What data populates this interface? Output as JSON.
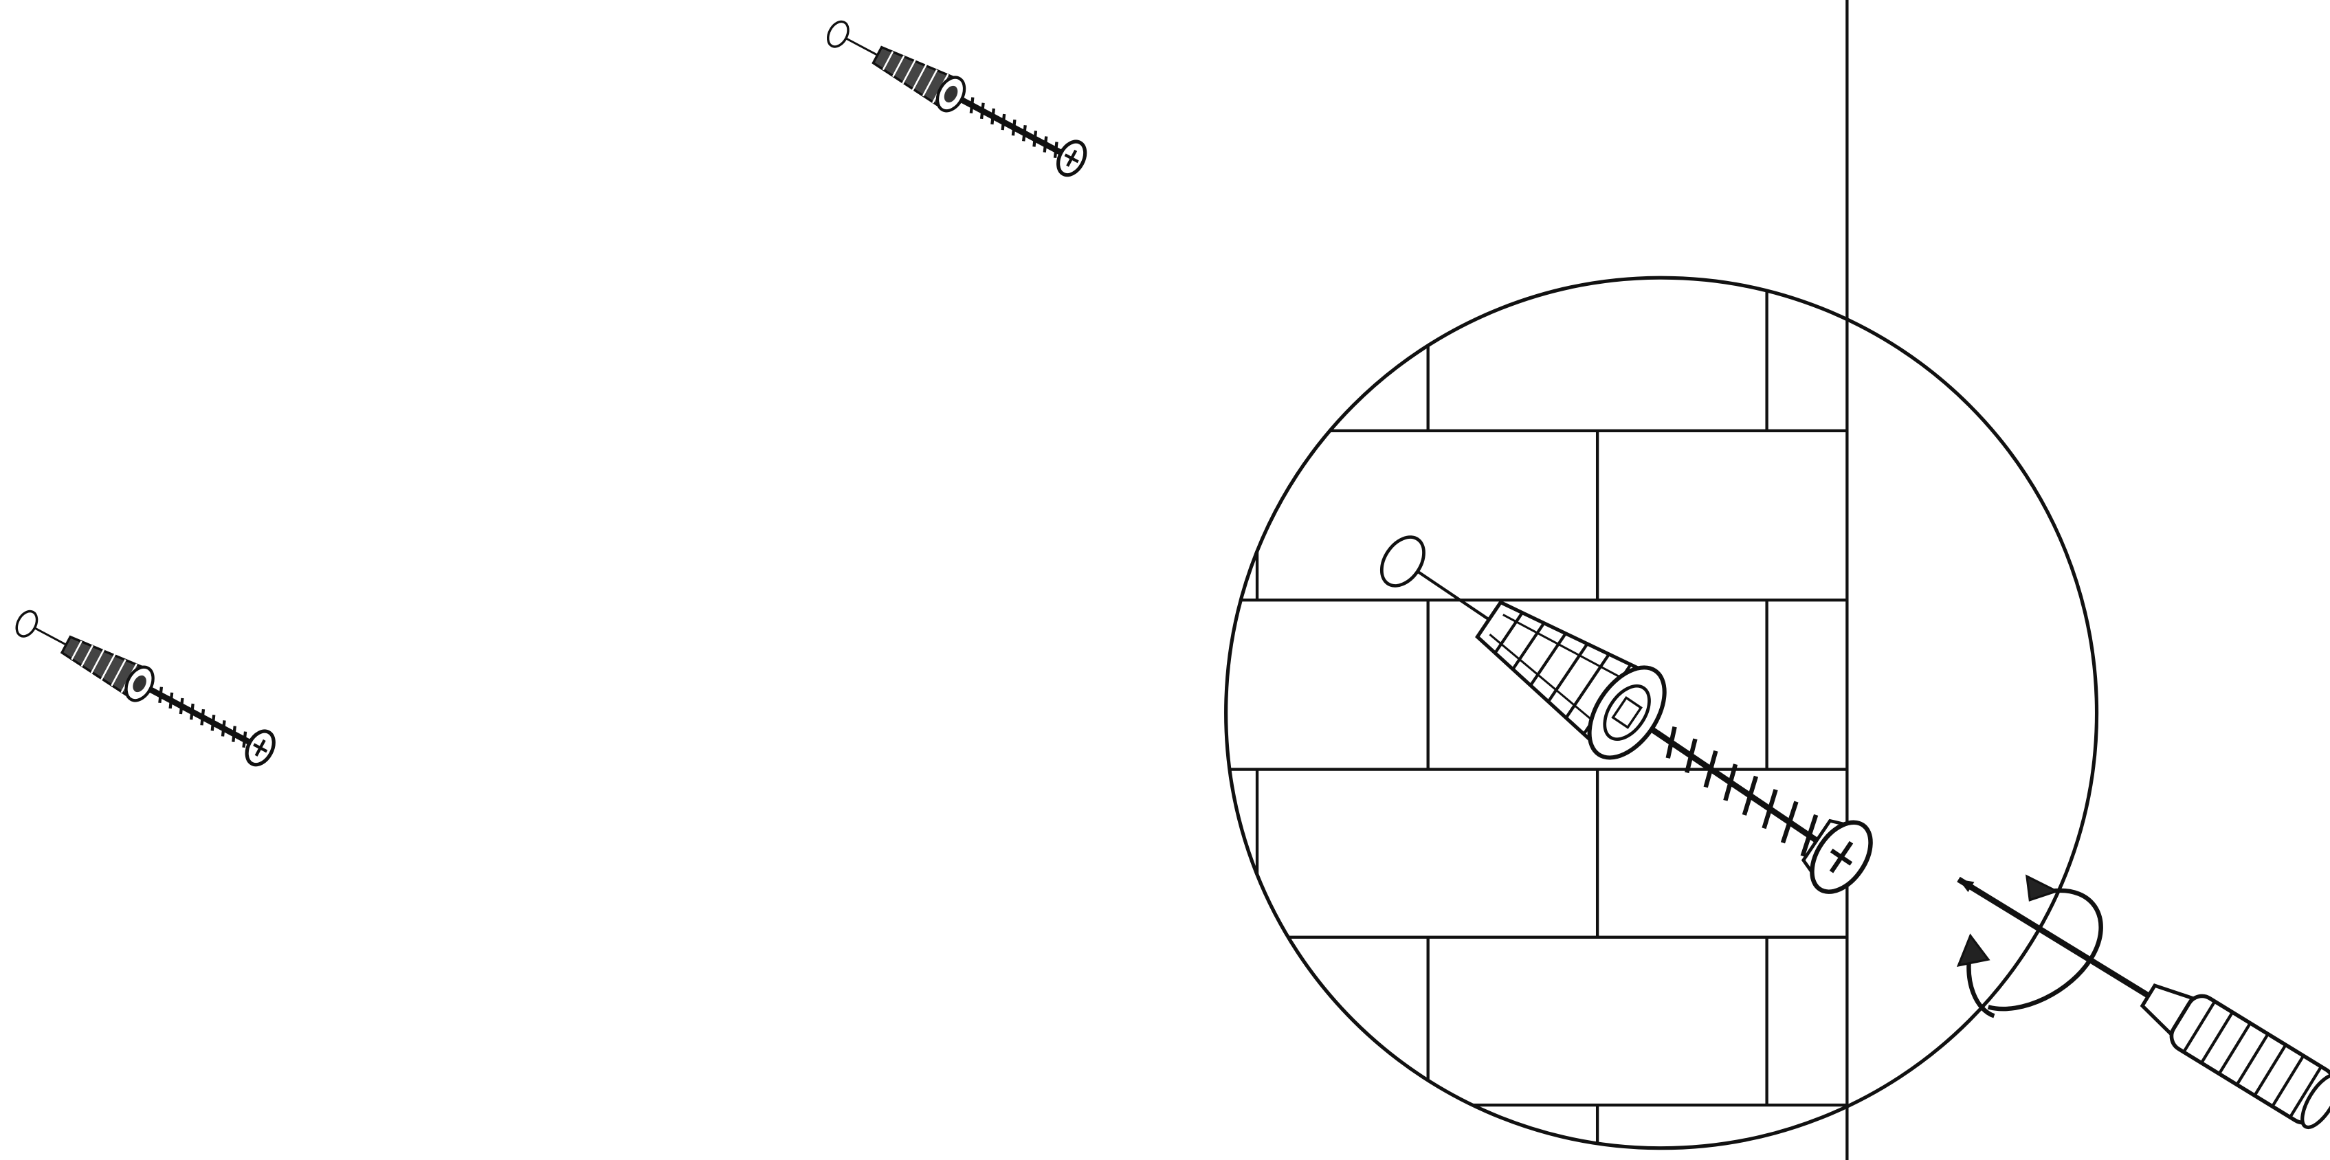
{
  "diagram": {
    "kind": "assembly-instruction",
    "ink_color": "#111111",
    "background_color": "#ffffff",
    "parts": [
      {
        "name": "drill-hole",
        "icon": "hole-outline-icon"
      },
      {
        "name": "wall-plug",
        "icon": "wall-anchor-icon"
      },
      {
        "name": "screw",
        "icon": "phillips-screw-icon"
      },
      {
        "name": "screwdriver",
        "icon": "screwdriver-icon"
      },
      {
        "name": "rotation-arrow",
        "icon": "clockwise-rotate-icon"
      }
    ],
    "wall_material": "brick",
    "detail_view": "magnified-circle"
  }
}
